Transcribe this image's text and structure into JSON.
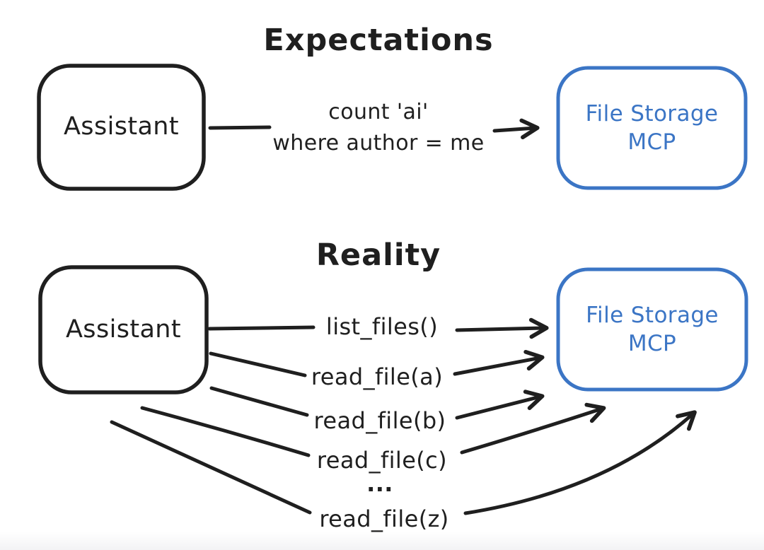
{
  "colors": {
    "ink": "#1f1f1f",
    "accent": "#3b75c5",
    "background": "#ffffff"
  },
  "expectations": {
    "title": "Expectations",
    "assistant_label": "Assistant",
    "request": {
      "line1": "count 'ai'",
      "line2": "where author = me"
    },
    "server": {
      "line1": "File Storage",
      "line2": "MCP"
    }
  },
  "reality": {
    "title": "Reality",
    "assistant_label": "Assistant",
    "calls": [
      "list_files()",
      "read_file(a)",
      "read_file(b)",
      "read_file(c)",
      "...",
      "read_file(z)"
    ],
    "server": {
      "line1": "File Storage",
      "line2": "MCP"
    }
  }
}
